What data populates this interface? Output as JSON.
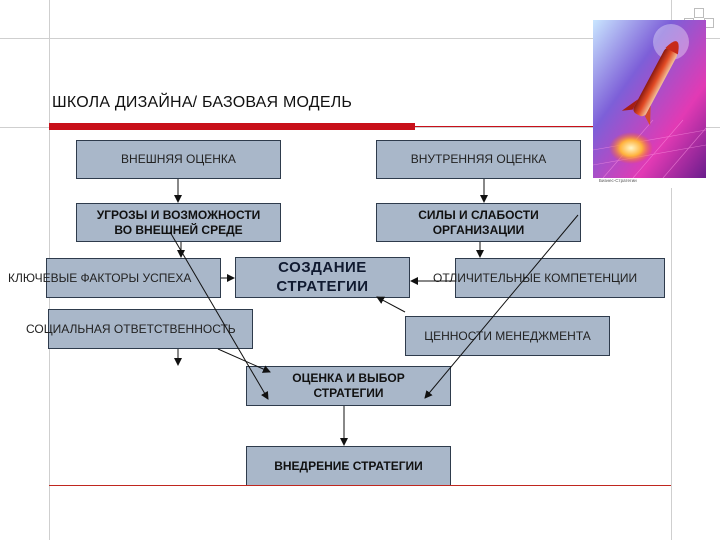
{
  "slide": {
    "title": "ШКОЛА ДИЗАЙНА/ БАЗОВАЯ МОДЕЛЬ",
    "accent_color": "#c8101a",
    "box_color": "#a9b7c9",
    "box_border_color": "#2e3b4c"
  },
  "image": {
    "subject": "rocket-icon",
    "credit": "Бизнес-Стратегии"
  },
  "boxes": {
    "external_assessment": "ВНЕШНЯЯ ОЦЕНКА",
    "internal_assessment": "ВНУТРЕННЯЯ ОЦЕНКА",
    "threats_opportunities": [
      "УГРОЗЫ И ВОЗМОЖНОСТИ",
      "ВО ВНЕШНЕЙ СРЕДЕ"
    ],
    "strengths_weaknesses": [
      "СИЛЫ И СЛАБОСТИ",
      "ОРГАНИЗАЦИИ"
    ],
    "key_success_factors": "КЛЮЧЕВЫЕ ФАКТОРЫ УСПЕХА",
    "strategy_creation": [
      "СОЗДАНИЕ",
      "СТРАТЕГИИ"
    ],
    "distinctive_competences": "ОТЛИЧИТЕЛЬНЫЕ КОМПЕТЕНЦИИ",
    "social_responsibility": "СОЦИАЛЬНАЯ ОТВЕТСТВЕННОСТЬ",
    "management_values": "ЦЕННОСТИ МЕНЕДЖМЕНТА",
    "evaluation_choice": [
      "ОЦЕНКА И ВЫБОР",
      "СТРАТЕГИИ"
    ],
    "implementation": "ВНЕДРЕНИЕ СТРАТЕГИИ"
  }
}
